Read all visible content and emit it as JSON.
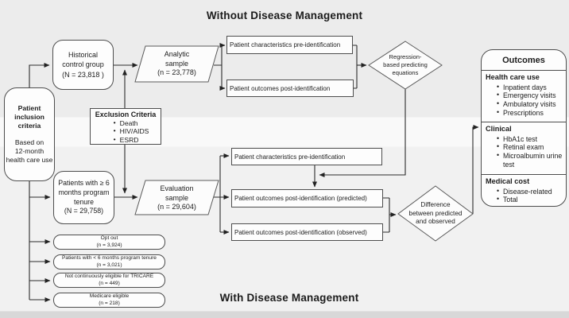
{
  "titles": {
    "without": "Without Disease Management",
    "with": "With Disease Management"
  },
  "nodes": {
    "inclusion": {
      "title": "Patient\ninclusion\ncriteria",
      "subtitle": "Based on\n12-month\nhealth care use"
    },
    "historical": {
      "label": "Historical\ncontrol group\n(N = 23,818 )"
    },
    "analytic": {
      "label": "Analytic\nsample\n(n = 23,778)"
    },
    "exclusion": {
      "title": "Exclusion Criteria",
      "items": [
        "Death",
        "HIV/AIDS",
        "ESRD"
      ]
    },
    "tenure6plus": {
      "label": "Patients with ≥ 6\nmonths program\ntenure\n(N = 29,758)"
    },
    "evaluation": {
      "label": "Evaluation\nsample\n(n = 29,604)"
    },
    "char_pre_top": {
      "label": "Patient characteristics pre-identification"
    },
    "outcomes_post_top": {
      "label": "Patient outcomes post-identification"
    },
    "regression": {
      "label": "Regression-\nbased predicting\nequations"
    },
    "char_pre_bottom": {
      "label": "Patient characteristics pre-identification"
    },
    "outcomes_predicted": {
      "label": "Patient outcomes post-identification (predicted)"
    },
    "outcomes_observed": {
      "label": "Patient outcomes post-identification (observed)"
    },
    "difference": {
      "label": "Difference\nbetween predicted\nand observed"
    },
    "outcomes_panel": {
      "title": "Outcomes",
      "sections": [
        {
          "header": "Health care use",
          "items": [
            "Inpatient days",
            "Emergency visits",
            "Ambulatory visits",
            "Prescriptions"
          ]
        },
        {
          "header": "Clinical",
          "items": [
            "HbA1c test",
            "Retinal exam",
            "Microalbumin urine test"
          ]
        },
        {
          "header": "Medical cost",
          "items": [
            "Disease-related",
            "Total"
          ]
        }
      ]
    },
    "excluded": [
      {
        "label": "Opt out",
        "n": "(n = 3,924)"
      },
      {
        "label": "Patients with < 6 months program tenure",
        "n": "(n = 3,021)"
      },
      {
        "label": "Not continuously eligible for TRICARE",
        "n": "(n = 449)"
      },
      {
        "label": "Medicare eligible",
        "n": "(n = 218)"
      }
    ]
  },
  "colors": {
    "background": "#f1f1f1",
    "box_fill": "#fdfdfd",
    "box_border": "#4d4d4d",
    "line": "#2b2b2b",
    "text": "#1c1c1c"
  }
}
